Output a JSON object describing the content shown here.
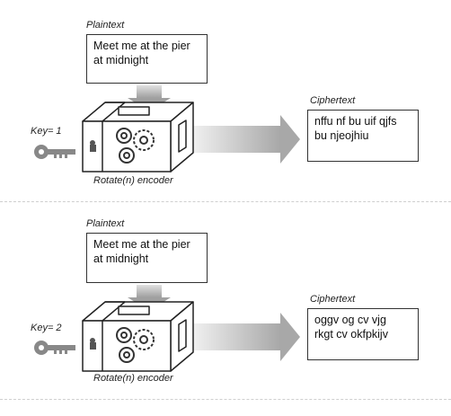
{
  "panels": [
    {
      "plaintext_label": "Plaintext",
      "plaintext_lines": [
        "Meet me at the pier",
        "at midnight"
      ],
      "key_label": "Key= 1",
      "encoder_label": "Rotate(n) encoder",
      "ciphertext_label": "Ciphertext",
      "ciphertext_lines": [
        "nffu nf bu uif qjfs",
        "bu njeojhiu"
      ]
    },
    {
      "plaintext_label": "Plaintext",
      "plaintext_lines": [
        "Meet me at the pier",
        "at midnight"
      ],
      "key_label": "Key= 2",
      "encoder_label": "Rotate(n) encoder",
      "ciphertext_label": "Ciphertext",
      "ciphertext_lines": [
        "oggv og cv vjg",
        "rkgt cv okfpkijv"
      ]
    }
  ],
  "icons": {
    "key": "key-icon",
    "gears": "gears-icon",
    "arrow_down": "arrow-down-icon",
    "arrow_right": "arrow-right-icon"
  }
}
